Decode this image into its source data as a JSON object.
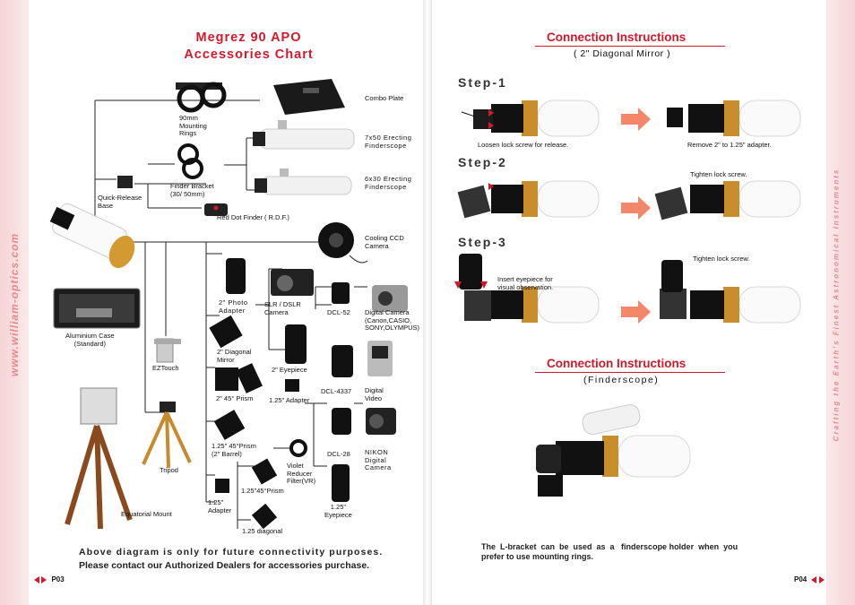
{
  "side": {
    "website": "www.william-optics.com",
    "slogan": "Crafting the Earth's Finest Astronomical Instruments"
  },
  "left": {
    "title_line1": "Megrez 90 APO",
    "title_line2": "Accessories Chart",
    "labels": {
      "mounting_rings": "90mm\nMounting\nRings",
      "combo_plate": "Combo Plate",
      "finder_7x50": "7x50 Erecting\nFinderscope",
      "finder_6x30": "6x30 Erecting\nFinderscope",
      "quick_release": "Quick-Release\nBase",
      "finder_bracket": "Finder Bracket\n(30/ 50mm)",
      "red_dot": "Red Dot Finder ( R.D.F.)",
      "cooling_ccd": "Cooling CCD\nCamera",
      "photo_adapter": "2\" Photo\nAdapter",
      "slr_camera": "SLR / DSLR\nCamera",
      "dcl52": "DCL-52",
      "digital_camera": "Digital Camera\n(Canon,CASIO,\nSONY,OLYMPUS)",
      "aluminium_case": "Aluminium Case\n(Standard)",
      "diagonal_mirror": "2\" Diagonal\nMirror",
      "eyepiece_2": "2\" Eyepiece",
      "eztouch": "EZTouch",
      "prism_45": "2\"  45° Prism",
      "adapter_125": "1.25\" Adapter",
      "dcl4337": "DCL-4337",
      "digital_video": "Digital\nVideo",
      "dcl28": "DCL-28",
      "nikon": "NIKON\nDigital\nCamera",
      "prism_125_2": "1.25\" 45°Prism\n(2\" Barrel)",
      "vr_filter": "Violet\nReducer\nFilter(VR)",
      "tripod": "Tripod",
      "prism_125": "1.25\"45°Prism",
      "adapter_125b": "1.25\"\nAdapter",
      "eyepiece_125": "1.25\"\nEyepiece",
      "equatorial": "Equatorial Mount",
      "diagonal_125": "1.25 diagonal"
    },
    "footer_line1": "Above diagram is only for future connectivity purposes.",
    "footer_line2": "Please contact our Authorized Dealers for accessories purchase.",
    "page": "P03"
  },
  "right": {
    "section1_title": "Connection Instructions",
    "section1_sub": "( 2\"  Diagonal Mirror )",
    "step1": "Step-1",
    "step1_caption_a": "Loosen  lock screw for release.",
    "step1_caption_b": "Remove 2\"  to 1.25\"  adapter.",
    "step2": "Step-2",
    "step2_caption": "Tighten lock screw.",
    "step3": "Step-3",
    "step3_caption_a": "Insert eyepiece for\nvisual observation.",
    "step3_caption_b": "Tighten lock screw.",
    "section2_title": "Connection Instructions",
    "section2_sub": "(Finderscope)",
    "bottom_text": "The  L-bracket  can  be  used  as  a   finderscope holder  when  you\nprefer to use mounting rings.",
    "page": "P04"
  }
}
